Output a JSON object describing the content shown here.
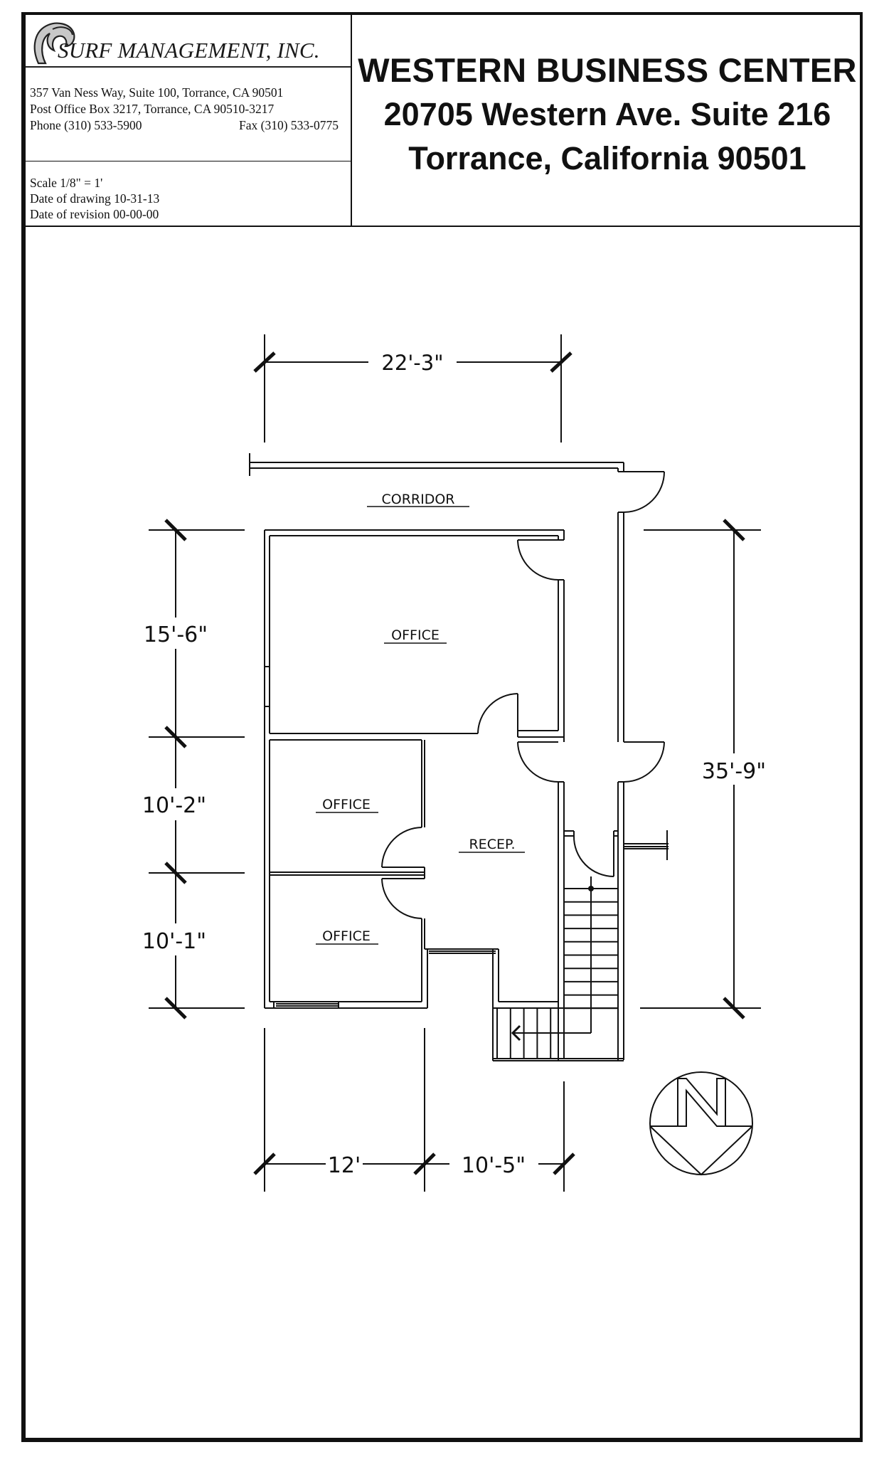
{
  "company": {
    "name": "SURF MANAGEMENT, INC.",
    "logo_icon": "wave-icon",
    "address_line": "357 Van Ness Way, Suite 100, Torrance, CA 90501",
    "po_box_line": "Post  Office  Box  3217, Torrance, CA   90510-3217",
    "phone": "Phone  (310) 533-5900",
    "fax": "Fax  (310) 533-0775"
  },
  "drawing_info": {
    "scale": "Scale  1/8\" = 1'",
    "date_of_drawing": "Date of drawing  10-31-13",
    "date_of_revision": "Date of revision  00-00-00"
  },
  "property": {
    "name": "WESTERN BUSINESS CENTER",
    "address": "20705 Western Ave. Suite 216",
    "city_state_zip": "Torrance, California  90501"
  },
  "floor_plan": {
    "rooms": {
      "corridor": "CORRIDOR",
      "office_1": "OFFICE",
      "office_2": "OFFICE",
      "office_3": "OFFICE",
      "reception": "RECEP."
    },
    "dimensions": {
      "overall_width": "22'-3\"",
      "office_1_depth": "15'-6\"",
      "office_2_depth": "10'-2\"",
      "office_3_depth": "10'-1\"",
      "overall_depth": "35'-9\"",
      "offices_width": "12'",
      "reception_width": "10'-5\""
    },
    "north_arrow": {
      "label": "N",
      "icon": "north-arrow-icon"
    },
    "colors": {
      "line": "#111111",
      "logo_gray": "#c8c8c8"
    }
  }
}
